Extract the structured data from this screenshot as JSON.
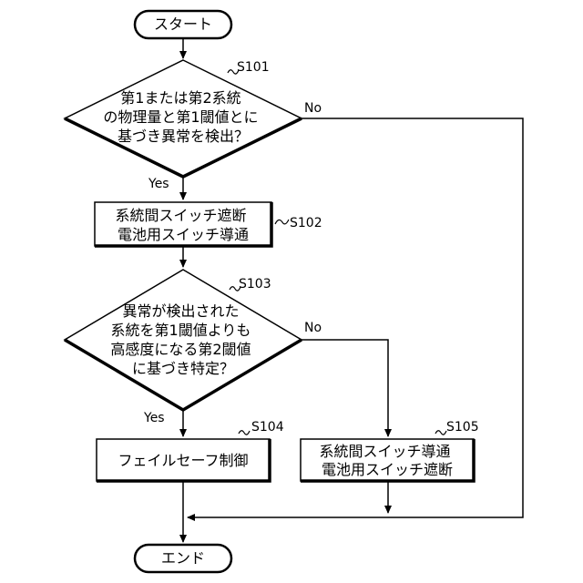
{
  "flowchart": {
    "start": "スタート",
    "end": "エンド",
    "s101": {
      "id": "S101",
      "lines": [
        "第1または第2系統",
        "の物理量と第1閾値とに",
        "基づき異常を検出？"
      ],
      "yes": "Yes",
      "no": "No"
    },
    "s102": {
      "id": "S102",
      "lines": [
        "系統間スイッチ遮断",
        "電池用スイッチ導通"
      ]
    },
    "s103": {
      "id": "S103",
      "lines": [
        "異常が検出された",
        "系統を第1閾値よりも",
        "高感度になる第2閾値",
        "に基づき特定？"
      ],
      "yes": "Yes",
      "no": "No"
    },
    "s104": {
      "id": "S104",
      "lines": [
        "フェイルセーフ制御"
      ]
    },
    "s105": {
      "id": "S105",
      "lines": [
        "系統間スイッチ導通",
        "電池用スイッチ遮断"
      ]
    }
  }
}
